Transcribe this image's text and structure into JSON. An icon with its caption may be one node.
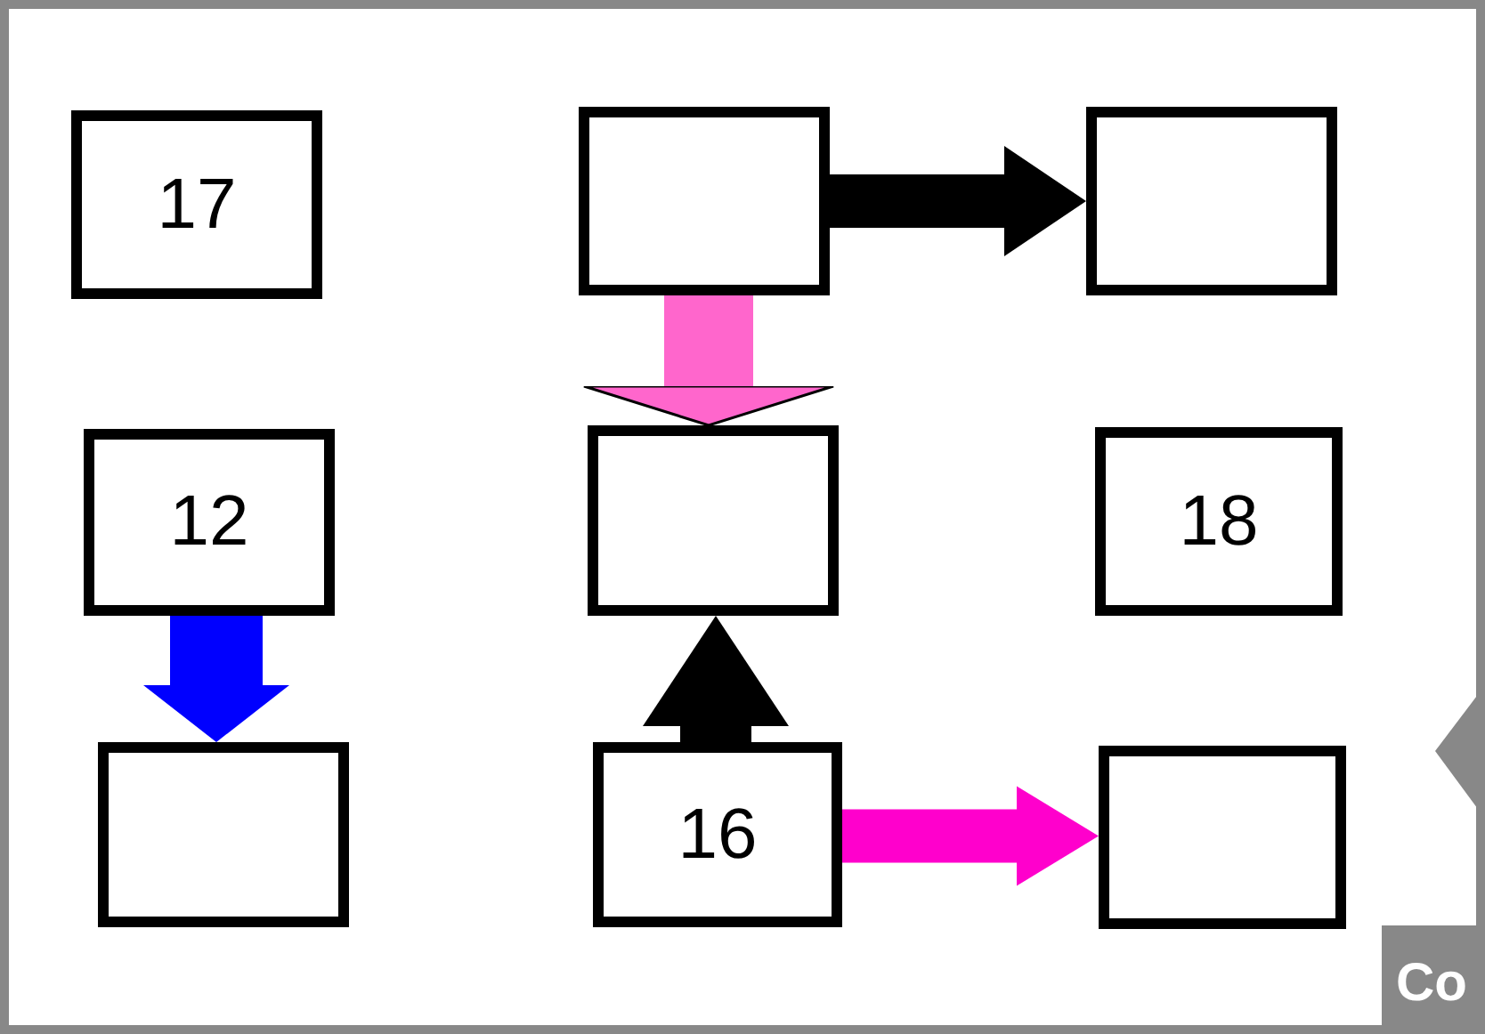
{
  "diagram": {
    "nodes": [
      {
        "text": [
          "17"
        ]
      },
      {
        "text": [],
        "shape": "box"
      },
      {
        "text": [],
        "shape": "box"
      },
      {
        "text": [
          "12"
        ]
      },
      {
        "text": [],
        "shape": "box"
      },
      {
        "text": [
          "18"
        ]
      },
      {
        "text": [],
        "shape": "box"
      },
      {
        "text": [
          "16"
        ]
      },
      {
        "text": [],
        "shape": "box"
      }
    ],
    "edges": [
      {
        "from": 1,
        "to": 2,
        "arrow": "to",
        "color": "#000000"
      },
      {
        "from": 1,
        "to": 4,
        "arrow": "to",
        "color": "#ff66cc"
      },
      {
        "from": 3,
        "to": 6,
        "arrow": "to",
        "color": "#0000ff"
      },
      {
        "from": 7,
        "to": 4,
        "arrow": "to",
        "color": "#000000"
      },
      {
        "from": 7,
        "to": 8,
        "arrow": "to",
        "color": "#ff00cc"
      }
    ],
    "labels": [
      "Co"
    ]
  }
}
